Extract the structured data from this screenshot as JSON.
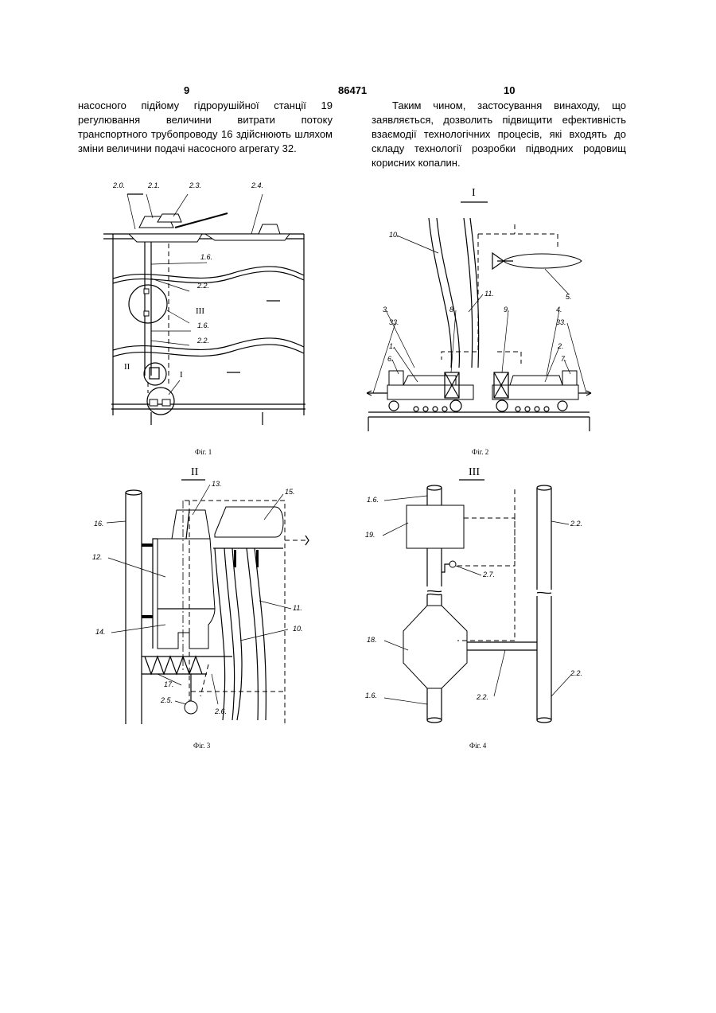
{
  "header": {
    "page_left": "9",
    "patent_number": "86471",
    "page_right": "10"
  },
  "text": {
    "left": "насосного підйому гідрорушійної станції 19 регулювання величини витрати потоку транспортного трубопроводу 16 здійснюють шляхом зміни величини подачі насосного агрегату 32.",
    "right": "Таким чином, застосування винаходу, що заявляється, дозволить підвищити ефективність взаємодії технологічних процесів, які входять до складу технології розробки підводних родовищ корисних копалин."
  },
  "figures": {
    "fig1": {
      "caption": "Фіг. 1",
      "labels": {
        "l20": "2.0.",
        "l21": "2.1.",
        "l23": "2.3.",
        "l24": "2.4.",
        "l16a": "1.6.",
        "l22a": "2.2.",
        "l16b": "1.6.",
        "l22b": "2.2.",
        "lIII": "III",
        "lII": "II",
        "lI": "I"
      }
    },
    "fig2": {
      "caption": "Фіг. 2",
      "labels": {
        "roman": "I",
        "l10": "10.",
        "l11": "11.",
        "l3": "3.",
        "l33a": "33.",
        "l8": "8.",
        "l9": "9.",
        "l4": "4.",
        "l33b": "33.",
        "l1": "1.",
        "l6": "6.",
        "l2": "2.",
        "l7": "7.",
        "l5": "5."
      }
    },
    "fig3": {
      "caption": "Фіг. 3",
      "labels": {
        "roman": "II",
        "l13": "13.",
        "l15": "15.",
        "l16": "16.",
        "l12": "12.",
        "l11": "11.",
        "l10": "10.",
        "l14": "14.",
        "l17": "17.",
        "l25": "2.5.",
        "l26": "2.6."
      }
    },
    "fig4": {
      "caption": "Фіг. 4",
      "labels": {
        "roman": "III",
        "l16a": "1.6.",
        "l19": "19.",
        "l22a": "2.2.",
        "l27": "2.7.",
        "l18": "18.",
        "l22b": "2.2.",
        "l22c": "2.2.",
        "l16b": "1.6."
      }
    }
  }
}
